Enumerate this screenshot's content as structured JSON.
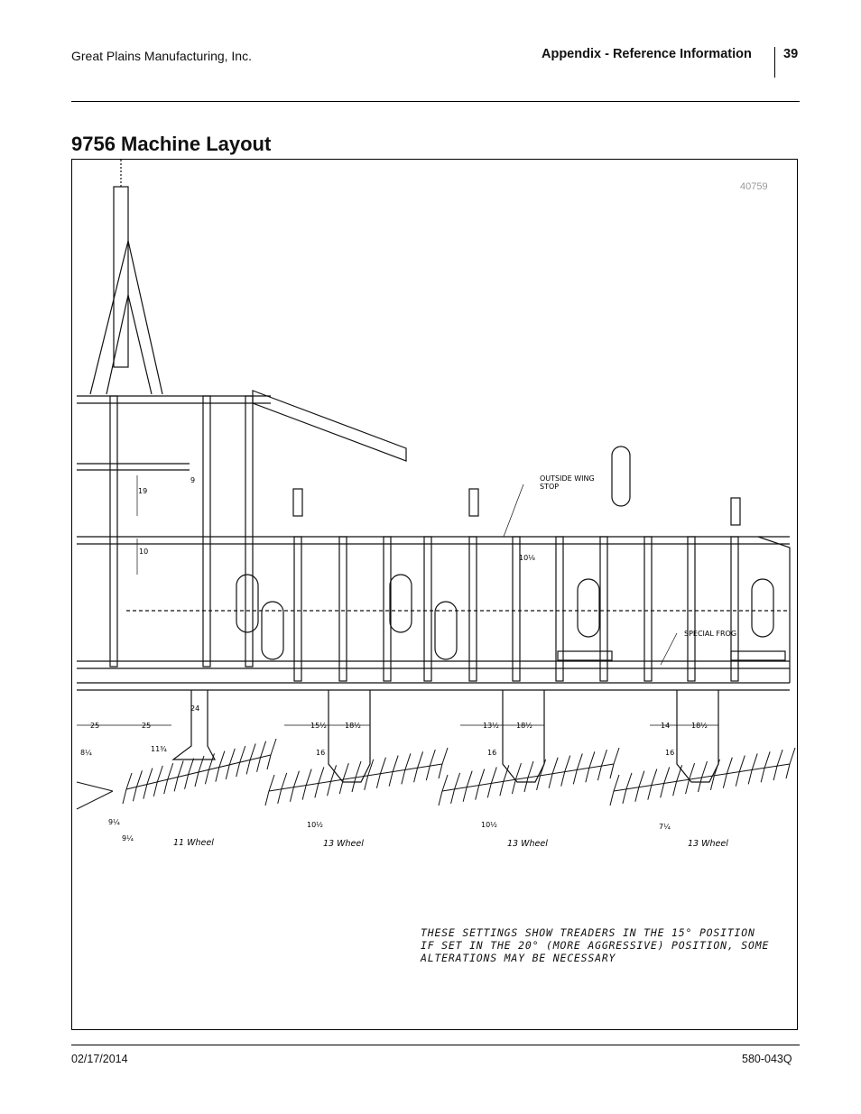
{
  "header": {
    "company": "Great Plains Manufacturing, Inc.",
    "section": "Appendix - Reference Information",
    "page_number": "39"
  },
  "title": "9756 Machine Layout",
  "figure": {
    "figure_id": "40759",
    "callouts": {
      "outside_wing_stop_1": "OUTSIDE WING",
      "outside_wing_stop_2": "STOP",
      "special_frog": "SPECIAL FROG"
    },
    "dimensions": {
      "d19": "19",
      "d9": "9",
      "d10": "10",
      "d10_1_8": "10⅛",
      "d25a": "25",
      "d25b": "25",
      "d24": "24",
      "d11_3_4": "11¾",
      "d8_1_4": "8¼",
      "d9_1_4a": "9¼",
      "d9_1_4b": "9¼",
      "d15_1_2": "15½",
      "d18_1_2a": "18½",
      "d16a": "16",
      "d10_1_2a": "10½",
      "d13_1_2": "13½",
      "d18_1_2b": "18½",
      "d16b": "16",
      "d10_1_2b": "10½",
      "d14": "14",
      "d18_1_2c": "18½",
      "d16c": "16",
      "d7_1_4": "7¼"
    },
    "wheel_labels": [
      "11 Wheel",
      "13 Wheel",
      "13 Wheel",
      "13 Wheel"
    ],
    "note_lines": [
      "THESE SETTINGS SHOW TREADERS IN THE 15° POSITION",
      "IF SET IN THE 20° (MORE AGGRESSIVE) POSITION, SOME",
      "ALTERATIONS MAY BE NECESSARY"
    ]
  },
  "footer": {
    "date": "02/17/2014",
    "doc_number": "580-043Q"
  }
}
